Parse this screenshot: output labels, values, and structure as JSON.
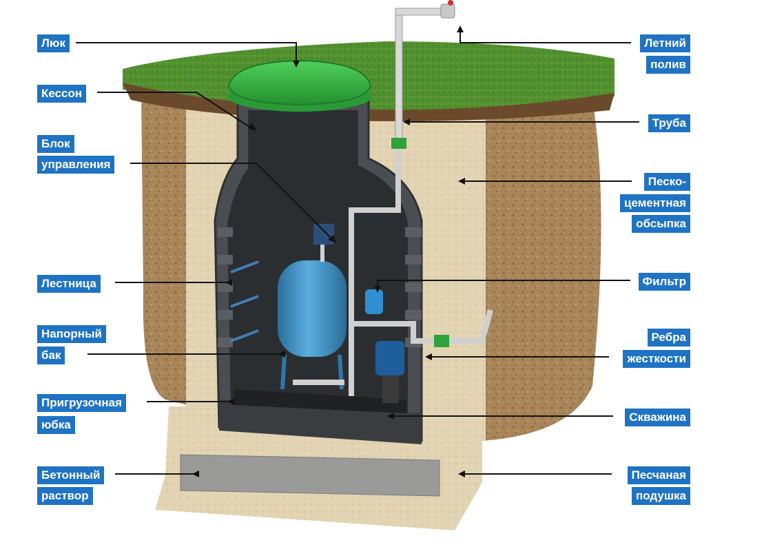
{
  "colors": {
    "label_bg": "#1f73c4",
    "label_text": "#ffffff",
    "leader_line": "#111111",
    "grass": "#5a9a35",
    "soil": "#a9855a",
    "sand_cement": "#e2d4b2",
    "caisson": "#4a4e52",
    "hatch": "#3bb54a",
    "tank": "#3d8fc4",
    "concrete": "#9a9a98"
  },
  "labels": {
    "hatch": [
      "Люк"
    ],
    "caisson": [
      "Кессон"
    ],
    "control_unit": [
      "Блок",
      "управления"
    ],
    "ladder": [
      "Лестница"
    ],
    "pressure_tank": [
      "Напорный",
      "бак"
    ],
    "ballast_skirt": [
      "Пригрузочная",
      "юбка"
    ],
    "concrete_mortar": [
      "Бетонный",
      "раствор"
    ],
    "summer_watering": [
      "Летний",
      "полив"
    ],
    "pipe": [
      "Труба"
    ],
    "sand_cement_backfill": [
      "Песко-",
      "цементная",
      "обсыпка"
    ],
    "filter": [
      "Фильтр"
    ],
    "stiffening_ribs": [
      "Ребра",
      "жесткости"
    ],
    "well": [
      "Скважина"
    ],
    "sand_cushion": [
      "Песчаная",
      "подушка"
    ]
  }
}
